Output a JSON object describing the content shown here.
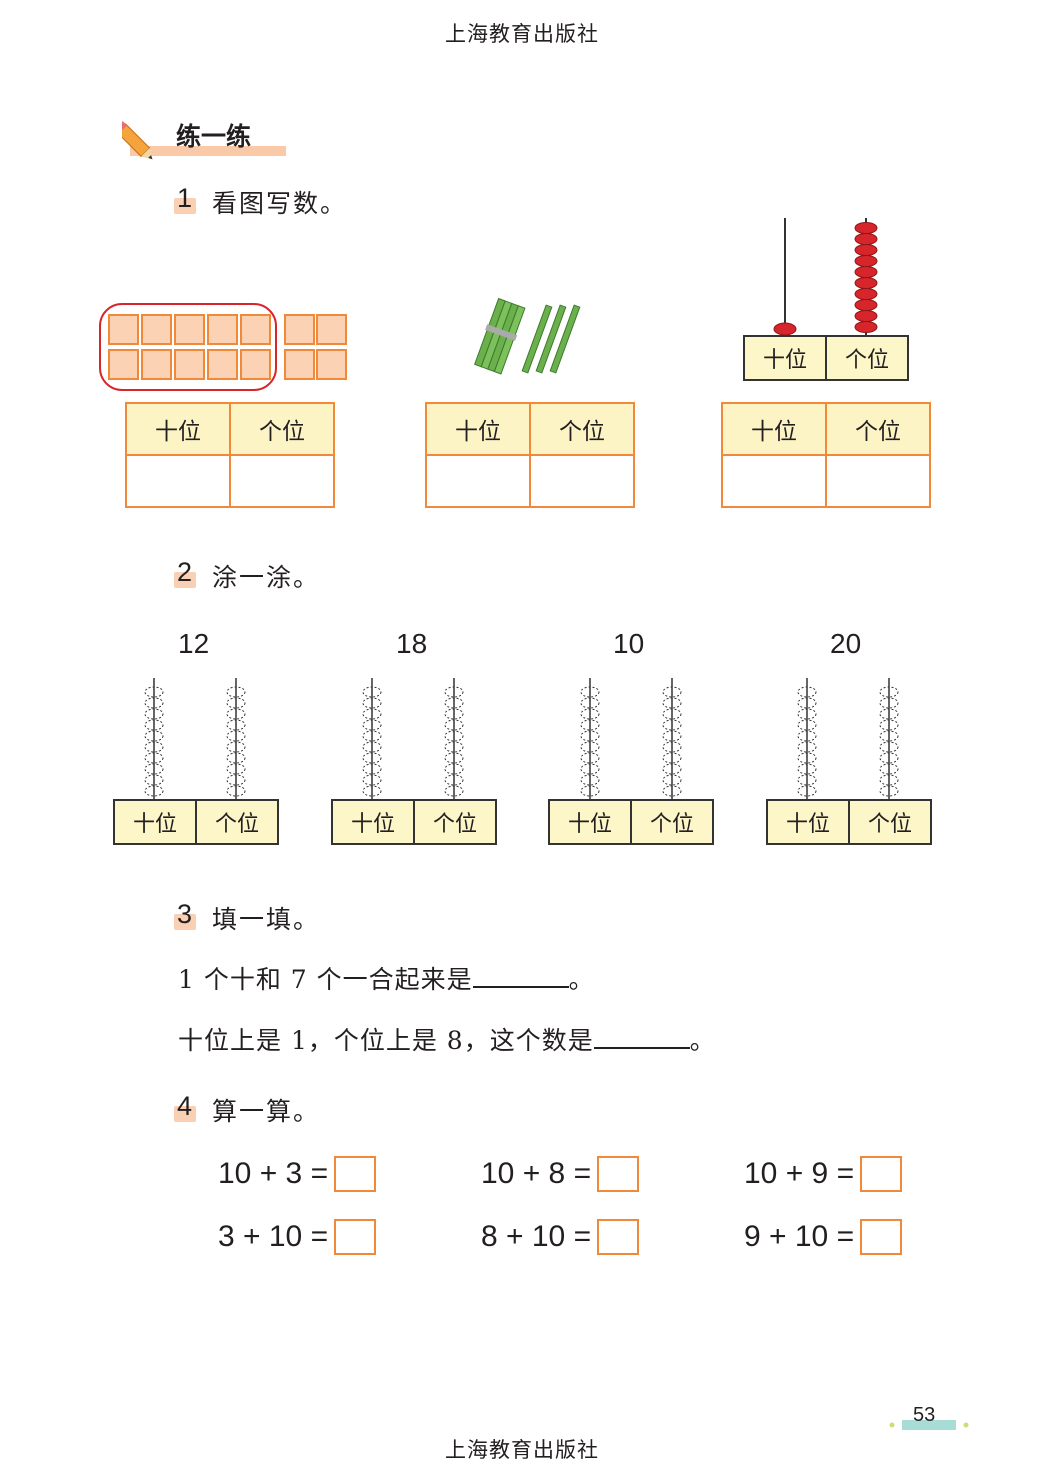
{
  "header": {
    "publisher": "上海教育出版社"
  },
  "section": {
    "title": "练一练"
  },
  "q1": {
    "number": "1",
    "text": "看图写数。",
    "table_tens": "十位",
    "table_ones": "个位",
    "abacus_tens": "十位",
    "abacus_ones": "个位"
  },
  "q2": {
    "number": "2",
    "text": "涂一涂。",
    "numbers": [
      "12",
      "18",
      "10",
      "20"
    ],
    "label_tens": "十位",
    "label_ones": "个位"
  },
  "q3": {
    "number": "3",
    "text": "填一填。",
    "line1": "1 个十和 7 个一合起来是",
    "line2": "十位上是 1，个位上是 8，这个数是",
    "period": "。"
  },
  "q4": {
    "number": "4",
    "text": "算一算。",
    "equations": [
      "10 + 3 =",
      "10 + 8 =",
      "10 + 9 =",
      "3 + 10 =",
      "8 + 10 =",
      "9 + 10 ="
    ]
  },
  "footer": {
    "page_number": "53",
    "publisher": "上海教育出版社"
  },
  "colors": {
    "orange": "#f08a3a",
    "cell_fill": "#fdf4c6",
    "bead_red": "#d6262b",
    "stick_green": "#6ab04c",
    "badge": "#f9d0b3"
  }
}
